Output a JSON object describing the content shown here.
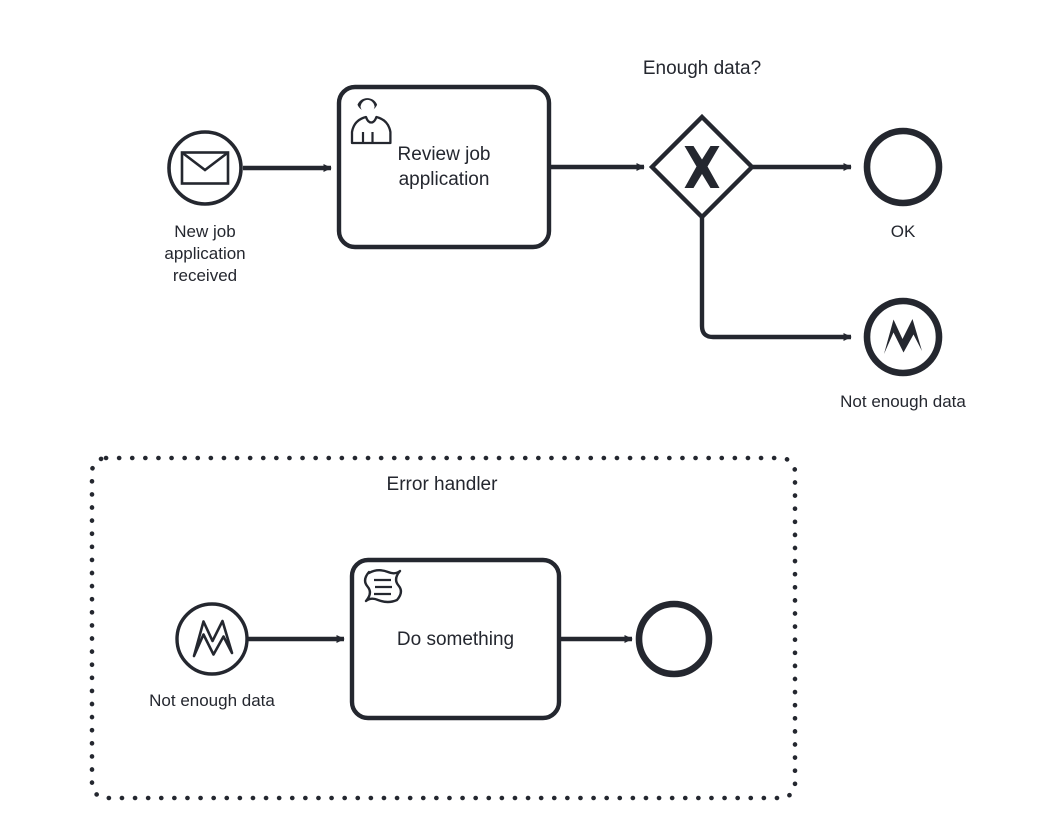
{
  "diagram": {
    "type": "bpmn-process-diagram",
    "background_color": "#ffffff",
    "stroke_color": "#24272f",
    "fill_color": "#ffffff"
  },
  "main_process": {
    "start_event": {
      "label": "New job\napplication\nreceived",
      "icon": "envelope-icon",
      "event_type": "message-start-event"
    },
    "user_task": {
      "label": "Review job\napplication",
      "icon": "user-icon",
      "task_type": "user-task"
    },
    "gateway": {
      "label": "Enough data?",
      "icon": "x-icon",
      "gateway_type": "exclusive-gateway"
    },
    "end_event_ok": {
      "label": "OK",
      "event_type": "none-end-event"
    },
    "end_event_error": {
      "label": "Not enough data",
      "icon": "error-bolt-icon",
      "event_type": "error-end-event"
    }
  },
  "error_handler": {
    "title": "Error handler",
    "border_style": "dotted",
    "start_event": {
      "label": "Not enough data",
      "icon": "error-bolt-icon",
      "event_type": "error-start-event"
    },
    "script_task": {
      "label": "Do something",
      "icon": "script-icon",
      "task_type": "script-task"
    },
    "end_event": {
      "label": "",
      "event_type": "none-end-event"
    }
  }
}
